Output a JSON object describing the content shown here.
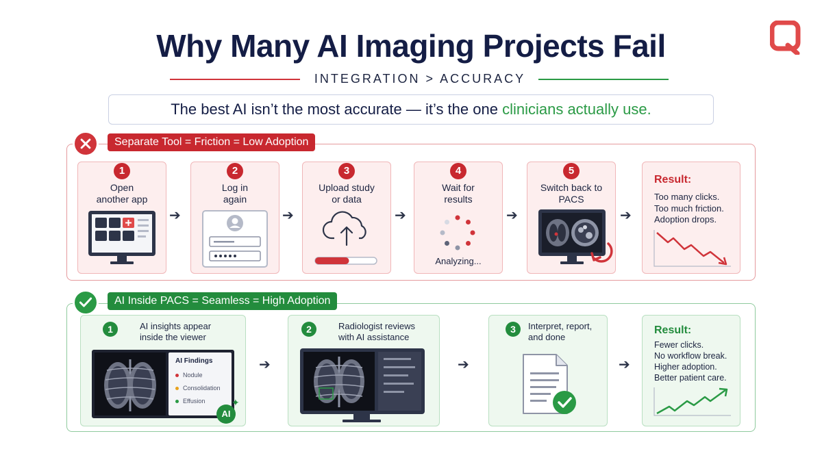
{
  "header": {
    "title": "Why Many AI Imaging Projects Fail",
    "subtitle": "INTEGRATION > ACCURACY",
    "quote_part1": "The best AI isn’t the most accurate — it’s the one ",
    "quote_highlight": "clinicians actually use."
  },
  "colors": {
    "navy": "#141d45",
    "red": "#c8282f",
    "green": "#238c3d",
    "red_bg": "#fdeeee",
    "green_bg": "#eef8ef"
  },
  "separate_tool": {
    "badge_icon": "x-icon",
    "label": "Separate Tool = Friction = Low Adoption",
    "steps": [
      {
        "number": "1",
        "text": "Open\nanother app",
        "icon": "app-grid-monitor-icon"
      },
      {
        "number": "2",
        "text": "Log in\nagain",
        "icon": "login-form-icon"
      },
      {
        "number": "3",
        "text": "Upload study\nor data",
        "icon": "cloud-upload-icon",
        "progress": 0.55
      },
      {
        "number": "4",
        "text": "Wait for\nresults",
        "icon": "loading-spinner-icon",
        "status": "Analyzing..."
      },
      {
        "number": "5",
        "text": "Switch back to\nPACS",
        "icon": "pacs-monitor-icon"
      }
    ],
    "result": {
      "heading": "Result:",
      "lines": [
        "Too many clicks.",
        "Too much friction.",
        "Adoption drops."
      ],
      "icon": "trend-down-icon"
    }
  },
  "ai_inside": {
    "badge_icon": "check-icon",
    "label": "AI Inside PACS = Seamless = High Adoption",
    "steps": [
      {
        "number": "1",
        "text": "AI insights appear\ninside the viewer",
        "panel_title": "AI Findings",
        "findings": [
          {
            "label": "Nodule",
            "color": "#d0343a"
          },
          {
            "label": "Consolidation",
            "color": "#e8a21c"
          },
          {
            "label": "Effusion",
            "color": "#2a9a45"
          }
        ],
        "ai_badge": "AI"
      },
      {
        "number": "2",
        "text": "Radiologist reviews\nwith AI assistance"
      },
      {
        "number": "3",
        "text": "Interpret, report,\nand done"
      }
    ],
    "result": {
      "heading": "Result:",
      "lines": [
        "Fewer clicks.",
        "No workflow break.",
        "Higher adoption.",
        "Better patient care."
      ],
      "icon": "trend-up-icon"
    }
  }
}
